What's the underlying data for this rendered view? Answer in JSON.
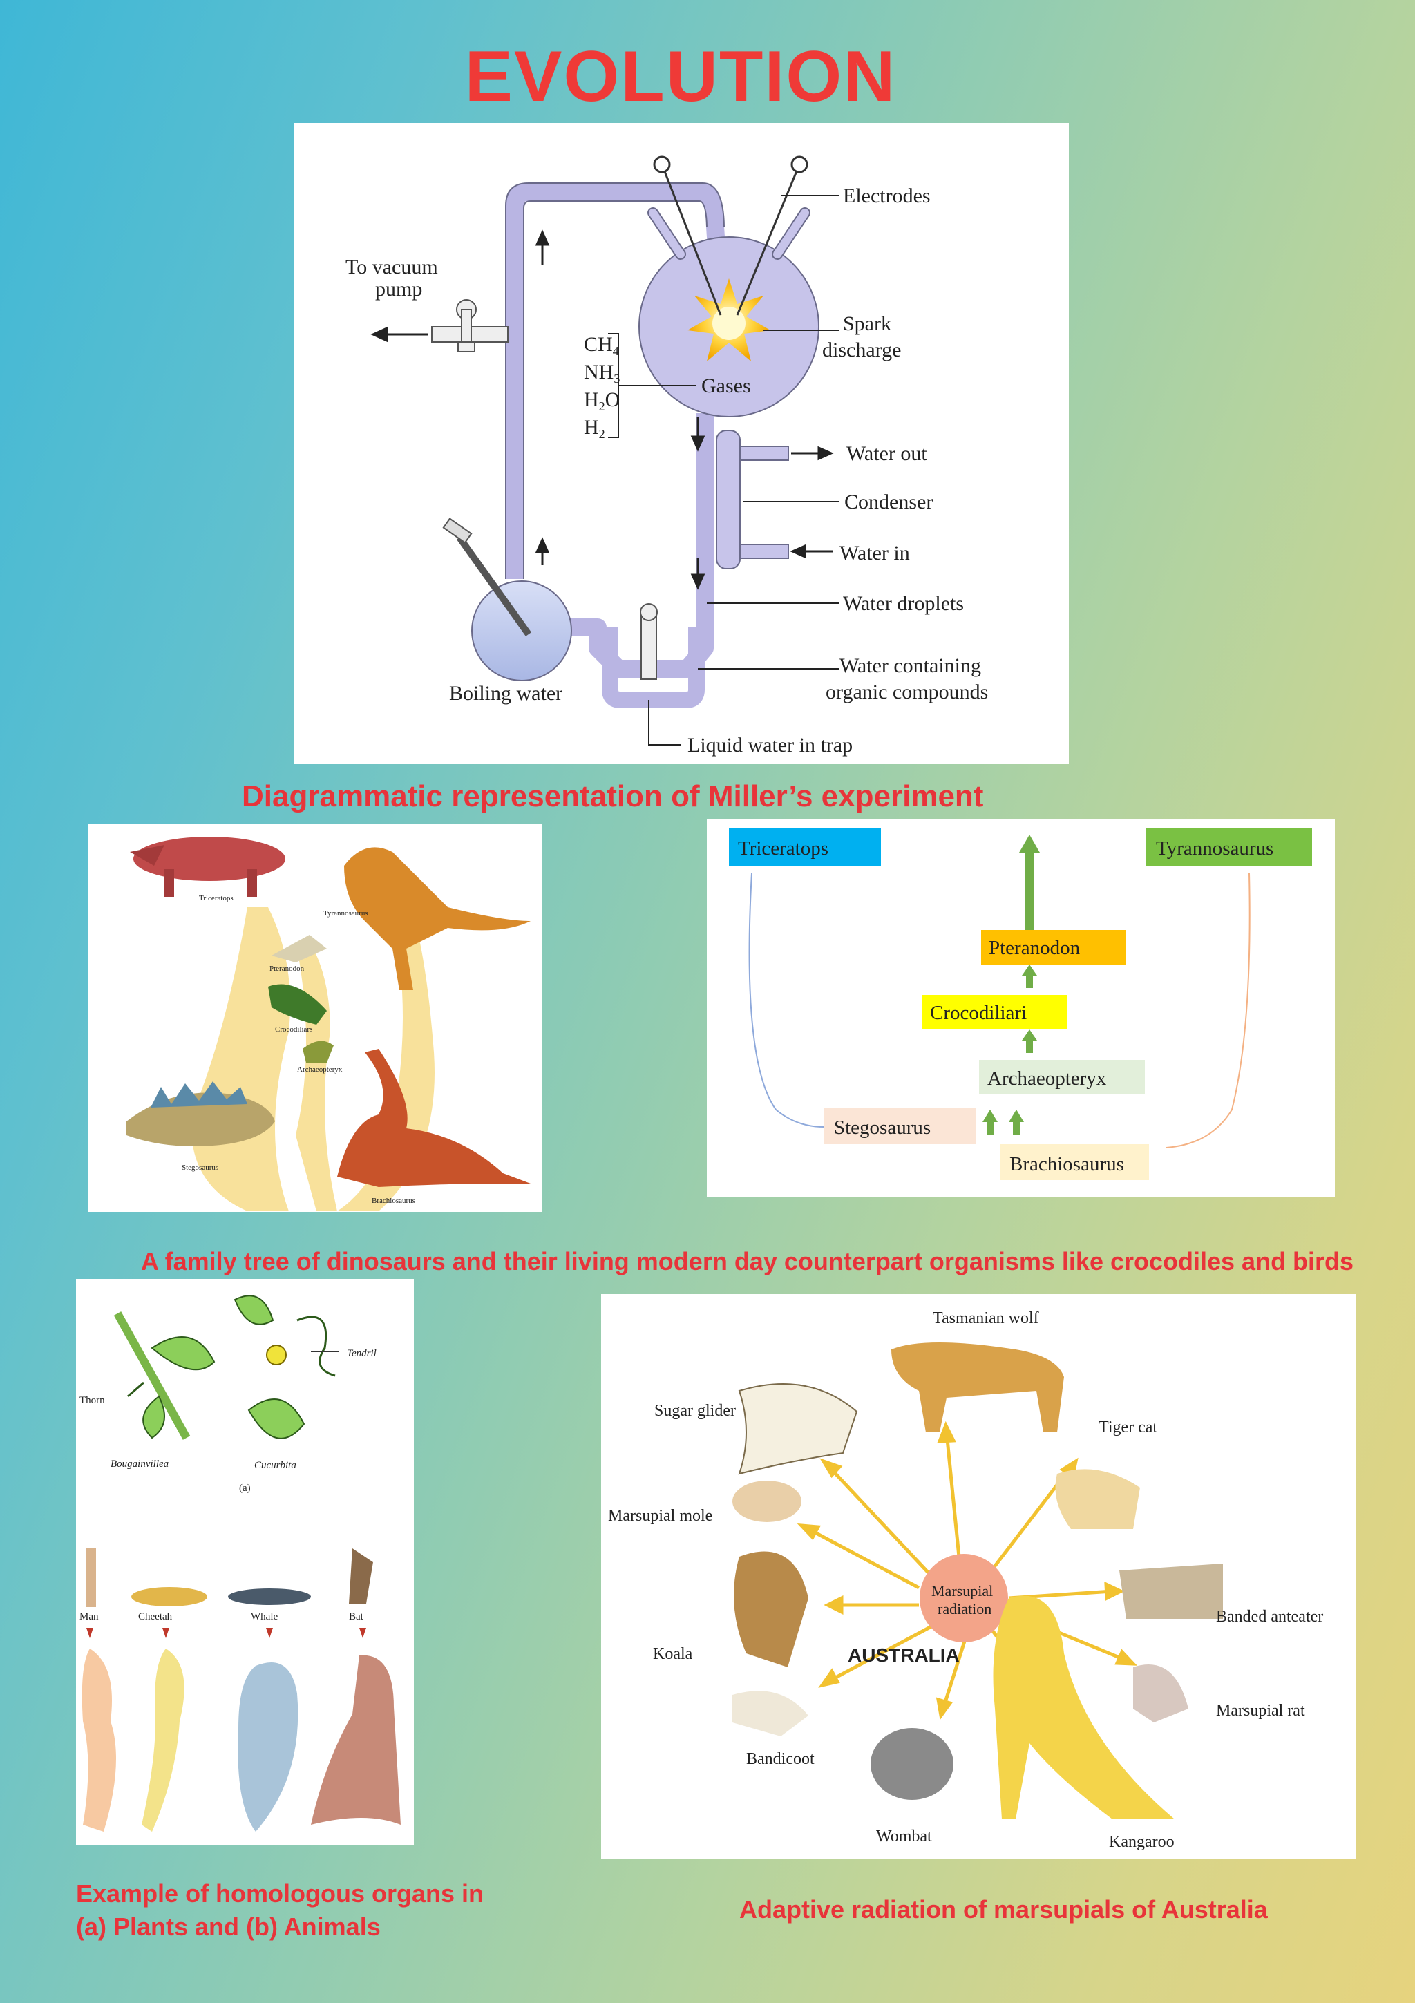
{
  "page": {
    "title": "EVOLUTION"
  },
  "miller": {
    "caption": "Diagrammatic representation of Miller’s experiment",
    "labels": {
      "electrodes": "Electrodes",
      "vacuum1": "To vacuum",
      "vacuum2": "pump",
      "spark1": "Spark",
      "spark2": "discharge",
      "gas1": "CH",
      "gas1_sub": "4",
      "gas2": "NH",
      "gas2_sub": "3",
      "gas3a": "H",
      "gas3_sub": "2",
      "gas3b": "O",
      "gas4": "H",
      "gas4_sub": "2",
      "gases": "Gases",
      "water_out": "Water out",
      "condenser": "Condenser",
      "water_in": "Water in",
      "water_droplets": "Water droplets",
      "boiling_water": "Boiling water",
      "organic1": "Water containing",
      "organic2": "organic compounds",
      "trap": "Liquid water in trap"
    }
  },
  "dino_illustration": {
    "labels": [
      "Triceratops",
      "Tyrannosaurus",
      "Pteranodon",
      "Crocodiliars",
      "Archaeopteryx",
      "Stegosaurus",
      "Brachiosaurus"
    ]
  },
  "dino_tree": {
    "nodes": {
      "triceratops": "Triceratops",
      "tyrannosaurus": "Tyrannosaurus",
      "pteranodon": "Pteranodon",
      "crocodiliari": "Crocodiliari",
      "archaeopteryx": "Archaeopteryx",
      "stegosaurus": "Stegosaurus",
      "brachiosaurus": "Brachiosaurus"
    },
    "colors": {
      "triceratops": "#00b0f0",
      "tyrannosaurus": "#7ac143",
      "pteranodon": "#ffc000",
      "crocodiliari": "#ffff00",
      "archaeopteryx": "#e2efda",
      "stegosaurus": "#fbe5d6",
      "brachiosaurus": "#fff2cc",
      "arrow": "#70ad47"
    }
  },
  "dino_caption": "A family tree of dinosaurs and their living modern day counterpart organisms like crocodiles and birds",
  "homologous": {
    "labels": {
      "thorn": "Thorn",
      "tendril": "Tendril",
      "bougainvillea": "Bougainvillea",
      "cucurbita": "Cucurbita",
      "part_a": "(a)",
      "man": "Man",
      "cheetah": "Cheetah",
      "whale": "Whale",
      "bat": "Bat"
    },
    "caption_line1": "Example of homologous organs in",
    "caption_line2": "(a) Plants and (b) Animals"
  },
  "marsupial": {
    "center1": "Marsupial",
    "center2": "radiation",
    "continent": "AUSTRALIA",
    "animals": {
      "tasmanian_wolf": "Tasmanian wolf",
      "sugar_glider": "Sugar glider",
      "tiger_cat": "Tiger cat",
      "marsupial_mole": "Marsupial mole",
      "banded_anteater": "Banded anteater",
      "koala": "Koala",
      "marsupial_rat": "Marsupial rat",
      "bandicoot": "Bandicoot",
      "wombat": "Wombat",
      "kangaroo": "Kangaroo"
    },
    "caption": "Adaptive radiation of marsupials of Australia"
  }
}
